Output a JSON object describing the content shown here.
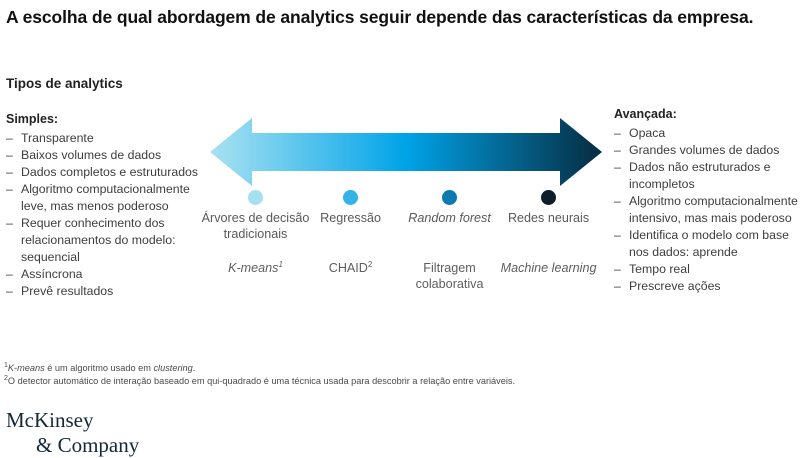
{
  "title": "A escolha de qual abordagem de analytics seguir depende das características da empresa.",
  "section_label": "Tipos de analytics",
  "left_column": {
    "heading": "Simples:",
    "items": [
      "Transparente",
      "Baixos volumes de dados",
      "Dados completos e estruturados",
      "Algoritmo computacionalmente leve, mas menos poderoso",
      "Requer conhecimento dos relacionamentos do modelo: sequencial",
      "Assíncrona",
      "Prevê resultados"
    ]
  },
  "right_column": {
    "heading": "Avançada:",
    "items": [
      "Opaca",
      "Grandes volumes de dados",
      "Dados não estruturados e incompletos",
      "Algoritmo computacionalmente intensivo, mas mais poderoso",
      "Identifica o modelo com base nos dados: aprende",
      "Tempo real",
      "Prescreve ações"
    ]
  },
  "arrow": {
    "name": "double-headed-gradient-arrow",
    "direction": "bidirectional",
    "gradient_start": "#a9e2f1",
    "gradient_mid": "#00a3e8",
    "gradient_end": "#062c40"
  },
  "spectrum": {
    "dots": [
      {
        "color": "#a5dff0",
        "left_pct": 12
      },
      {
        "color": "#34b3e8",
        "left_pct": 36
      },
      {
        "color": "#0b7ab0",
        "left_pct": 61
      },
      {
        "color": "#0d1d2b",
        "left_pct": 86
      }
    ],
    "columns": [
      {
        "row1": "Árvores de decisão tradicionais",
        "row1_italic": false,
        "row2": "K-means",
        "row2_sup": "1",
        "row2_italic": true
      },
      {
        "row1": "Regressão",
        "row1_italic": false,
        "row2": "CHAID",
        "row2_sup": "2",
        "row2_italic": false
      },
      {
        "row1": "Random forest",
        "row1_italic": true,
        "row2": "Filtragem colaborativa",
        "row2_sup": "",
        "row2_italic": false
      },
      {
        "row1": "Redes neurais",
        "row1_italic": false,
        "row2": "Machine learning",
        "row2_sup": "",
        "row2_italic": true
      }
    ]
  },
  "footnotes": {
    "one_marker": "1",
    "one_italic_lead": "K-means",
    "one_text_a": " é um algoritmo usado em ",
    "one_italic_tail": "clustering",
    "one_text_b": ".",
    "two_marker": "2",
    "two_text": "O detector automático de interação baseado em qui-quadrado é uma técnica usada para descobrir a relação entre variáveis."
  },
  "logo": {
    "line1": "McKinsey",
    "line2": "& Company",
    "color": "#14283c"
  }
}
